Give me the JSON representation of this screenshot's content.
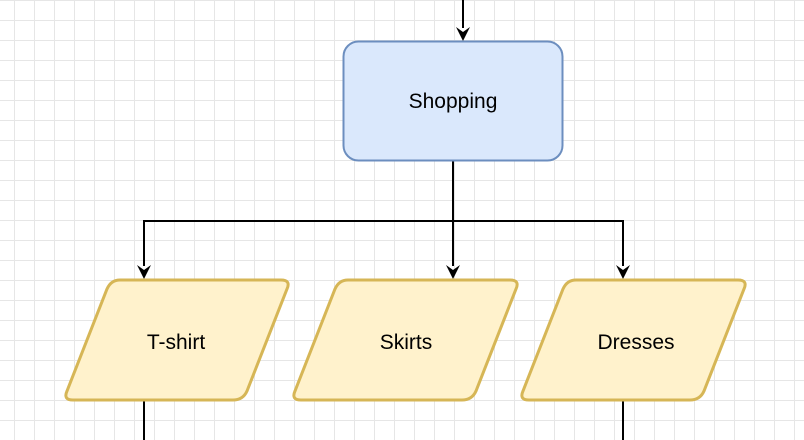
{
  "diagram": {
    "nodes": [
      {
        "id": "shopping",
        "label": "Shopping",
        "shape": "rounded-rectangle",
        "fill": "#dae8fc",
        "stroke": "#6c8ebf"
      },
      {
        "id": "tshirt",
        "label": "T-shirt",
        "shape": "parallelogram",
        "fill": "#fff2cc",
        "stroke": "#d6b656"
      },
      {
        "id": "skirts",
        "label": "Skirts",
        "shape": "parallelogram",
        "fill": "#fff2cc",
        "stroke": "#d6b656"
      },
      {
        "id": "dresses",
        "label": "Dresses",
        "shape": "parallelogram",
        "fill": "#fff2cc",
        "stroke": "#d6b656"
      }
    ],
    "edges": [
      {
        "from": "",
        "to": "shopping"
      },
      {
        "from": "shopping",
        "to": "tshirt"
      },
      {
        "from": "shopping",
        "to": "skirts"
      },
      {
        "from": "shopping",
        "to": "dresses"
      }
    ],
    "colors": {
      "grid": "#e6e6e6",
      "connector": "#000000"
    }
  }
}
